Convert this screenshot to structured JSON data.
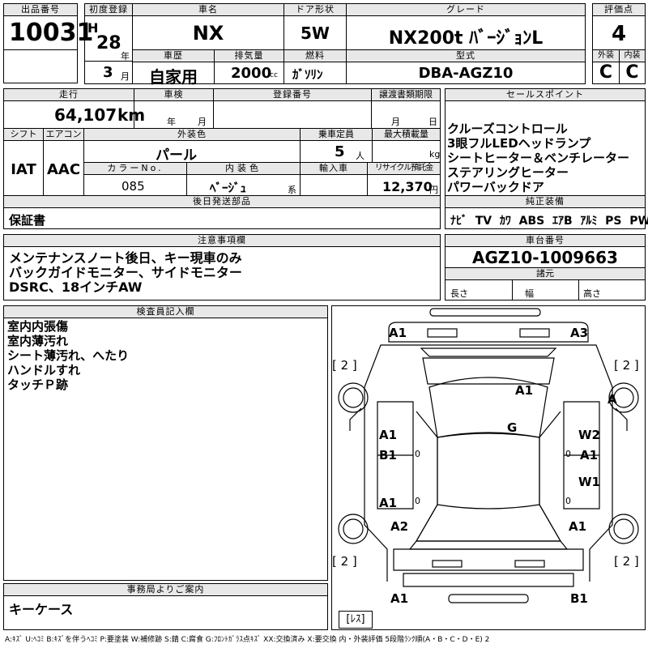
{
  "top": {
    "lot_label": "出品番号",
    "lot_no": "10031",
    "first_reg_label": "初度登録",
    "era": "H",
    "year": "28",
    "year_unit": "年",
    "month": "3",
    "month_unit": "月",
    "car_name_label": "車名",
    "car_name": "NX",
    "door_label": "ドア形状",
    "door": "5W",
    "grade_label": "グレード",
    "grade": "NX200t ﾊﾞｰｼﾞｮﾝL",
    "score_label": "評価点",
    "score": "4",
    "history_label": "車歴",
    "history": "自家用",
    "displacement_label": "排気量",
    "displacement": "2000",
    "displacement_unit": "cc",
    "fuel_label": "燃料",
    "fuel": "ｶﾞｿﾘﾝ",
    "model_label": "型式",
    "model": "DBA-AGZ10",
    "ext_label": "外装",
    "ext_grade": "C",
    "int_label": "内装",
    "int_grade": "C"
  },
  "mid": {
    "mileage_label": "走行",
    "mileage": "64,107",
    "mileage_unit": "km",
    "inspection_label": "車検",
    "insp_year": "年",
    "insp_month": "月",
    "reg_label": "登録番号",
    "transfer_label": "譲渡書類期限",
    "transfer_month": "月",
    "transfer_day": "日",
    "shift_label": "シフト",
    "shift": "IAT",
    "ac_label": "エアコン",
    "ac": "AAC",
    "color_label": "外装色",
    "color": "パール",
    "capacity_label": "乗車定員",
    "capacity": "5",
    "capacity_unit": "人",
    "load_label": "最大積載量",
    "load_unit": "kg",
    "color_no_label": "カラーNo.",
    "color_no": "085",
    "interior_color_label": "内装色",
    "interior_color": "ﾍﾞｰｼﾞｭ",
    "interior_color_unit": "系",
    "import_label": "輸入車",
    "recycle_label": "リサイクル預託金",
    "recycle": "12,370",
    "recycle_unit": "円",
    "later_label": "後日発送部品",
    "later": "保証書"
  },
  "sales": {
    "label": "セールスポイント",
    "items": [
      "クルーズコントロール",
      "3眼フルLEDヘッドランプ",
      "シートヒーター＆ベンチレーター",
      "ステアリングヒーター",
      "パワーバックドア"
    ]
  },
  "equipment": {
    "label": "純正装備",
    "items": [
      "ﾅﾋﾞ",
      "TV",
      "ｶﾜ",
      "ABS",
      "ｴｱB",
      "ｱﾙﾐ",
      "PS",
      "PW"
    ]
  },
  "notes": {
    "label": "注意事項欄",
    "lines": [
      "メンテナンスノート後日、キー現車のみ",
      "バックガイドモニター、サイドモニター",
      "DSRC、18インチAW"
    ]
  },
  "chassis": {
    "label": "車台番号",
    "value": "AGZ10-1009663",
    "dims_label": "諸元",
    "length_label": "長さ",
    "width_label": "幅",
    "height_label": "高さ"
  },
  "inspector": {
    "label": "検査員記入欄",
    "lines": [
      "室内内張傷",
      "室内薄汚れ",
      "シート薄汚れ、へたり",
      "ハンドルすれ",
      "タッチＰ跡"
    ]
  },
  "office": {
    "label": "事務局よりご案内",
    "text": "キーケース"
  },
  "diagram": {
    "marks": [
      "A1",
      "A3",
      "A1",
      "A",
      "G",
      "A1",
      "W2",
      "B1",
      "A1",
      "W1",
      "A1",
      "A1",
      "A2",
      "A1",
      "A1",
      "B1"
    ],
    "brackets": [
      "[ 2 ]",
      "[ 2 ]",
      "[ 2 ]",
      "[ 2 ]"
    ],
    "zero_marks": [
      "0",
      "0",
      "0",
      "0"
    ],
    "footer": "[ﾚｽ]"
  },
  "legend": "A:ｷｽﾞ U:ﾍｺﾐ B:ｷｽﾞを伴うﾍｺﾐ P:要塗装 W:補修跡 S:錆 C:腐食 G:ﾌﾛﾝﾄｶﾞﾗｽ点ｷｽﾞ XX:交換済み X:要交換 内・外装評価 5段階ﾗﾝｸ順(A・B・C・D・E) 2"
}
